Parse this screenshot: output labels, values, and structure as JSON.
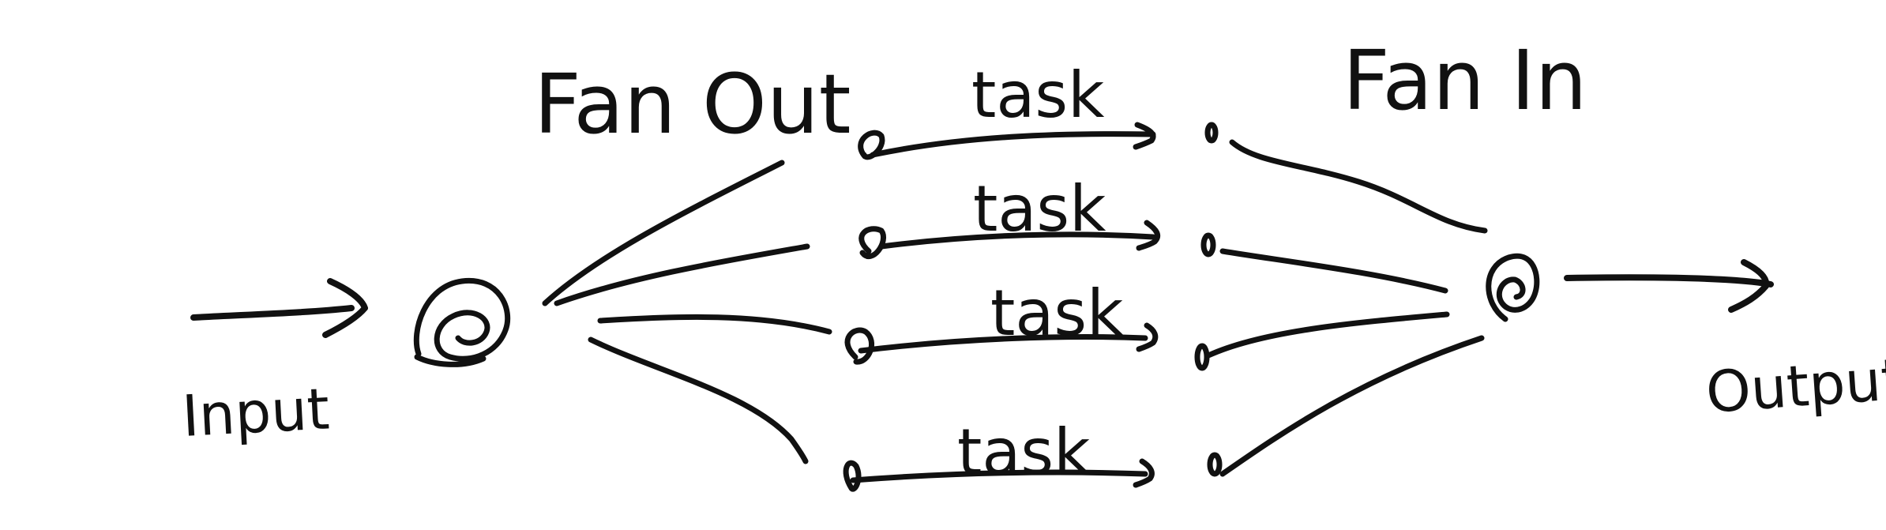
{
  "diagram": {
    "labels": {
      "input": "Input",
      "output": "Output",
      "fan_out": "Fan Out",
      "fan_in": "Fan In",
      "tasks": [
        "task",
        "task",
        "task",
        "task"
      ]
    },
    "colors": {
      "ink": "#111111",
      "background": "#ffffff"
    }
  }
}
